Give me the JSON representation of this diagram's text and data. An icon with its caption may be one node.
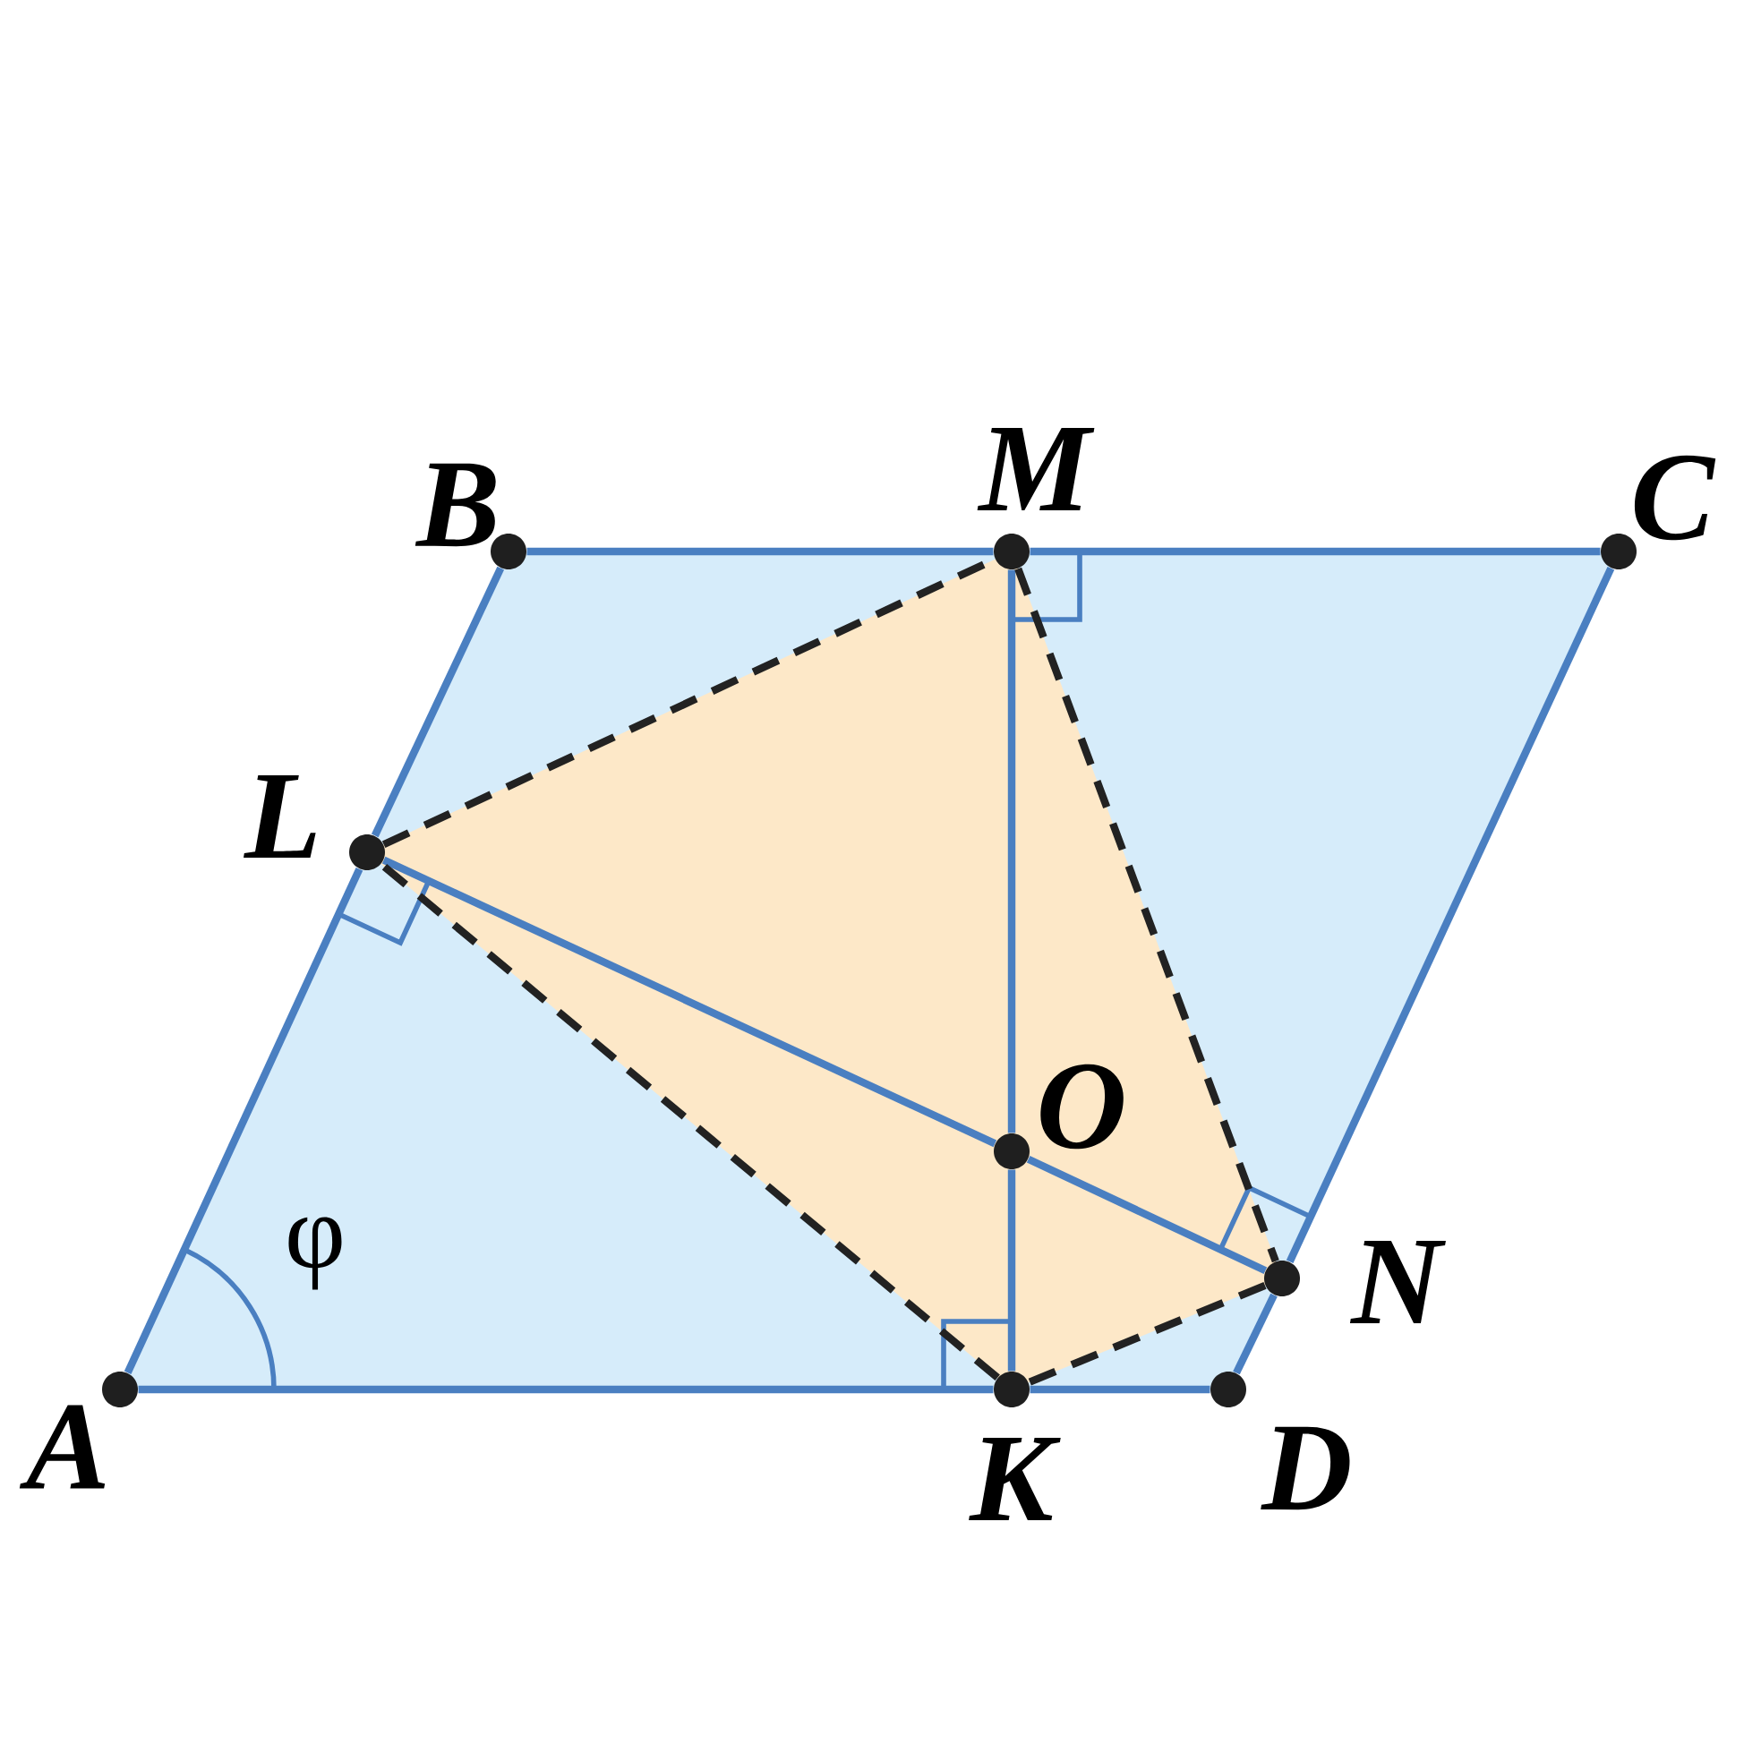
{
  "diagram": {
    "nodes": [
      {
        "text": [
          "B"
        ]
      },
      {
        "text": [
          "M"
        ]
      },
      {
        "text": [
          "C"
        ]
      },
      {
        "text": [
          "L"
        ]
      },
      {
        "text": [
          "O"
        ]
      },
      {
        "text": [
          "N"
        ]
      },
      {
        "text": [
          "A"
        ]
      },
      {
        "text": [
          "K"
        ]
      },
      {
        "text": [
          "D"
        ]
      }
    ],
    "edges": [
      {
        "from": 6,
        "to": 3,
        "arrow": "none"
      },
      {
        "from": 3,
        "to": 0,
        "arrow": "none"
      },
      {
        "from": 0,
        "to": 1,
        "arrow": "none"
      },
      {
        "from": 1,
        "to": 2,
        "arrow": "none"
      },
      {
        "from": 2,
        "to": 5,
        "arrow": "none"
      },
      {
        "from": 5,
        "to": 8,
        "arrow": "none"
      },
      {
        "from": 8,
        "to": 7,
        "arrow": "none"
      },
      {
        "from": 7,
        "to": 6,
        "arrow": "none"
      },
      {
        "from": 1,
        "to": 4,
        "arrow": "none"
      },
      {
        "from": 4,
        "to": 7,
        "arrow": "none"
      },
      {
        "from": 3,
        "to": 4,
        "arrow": "none"
      },
      {
        "from": 4,
        "to": 5,
        "arrow": "none"
      },
      {
        "from": 3,
        "to": 1,
        "arrow": "none",
        "style": "dashed",
        "color": "#222222"
      },
      {
        "from": 1,
        "to": 5,
        "arrow": "none",
        "style": "dashed",
        "color": "#222222"
      },
      {
        "from": 5,
        "to": 7,
        "arrow": "none",
        "style": "dashed",
        "color": "#222222"
      },
      {
        "from": 7,
        "to": 3,
        "arrow": "none",
        "style": "dashed",
        "color": "#222222"
      }
    ],
    "labels": [
      "φ"
    ]
  }
}
